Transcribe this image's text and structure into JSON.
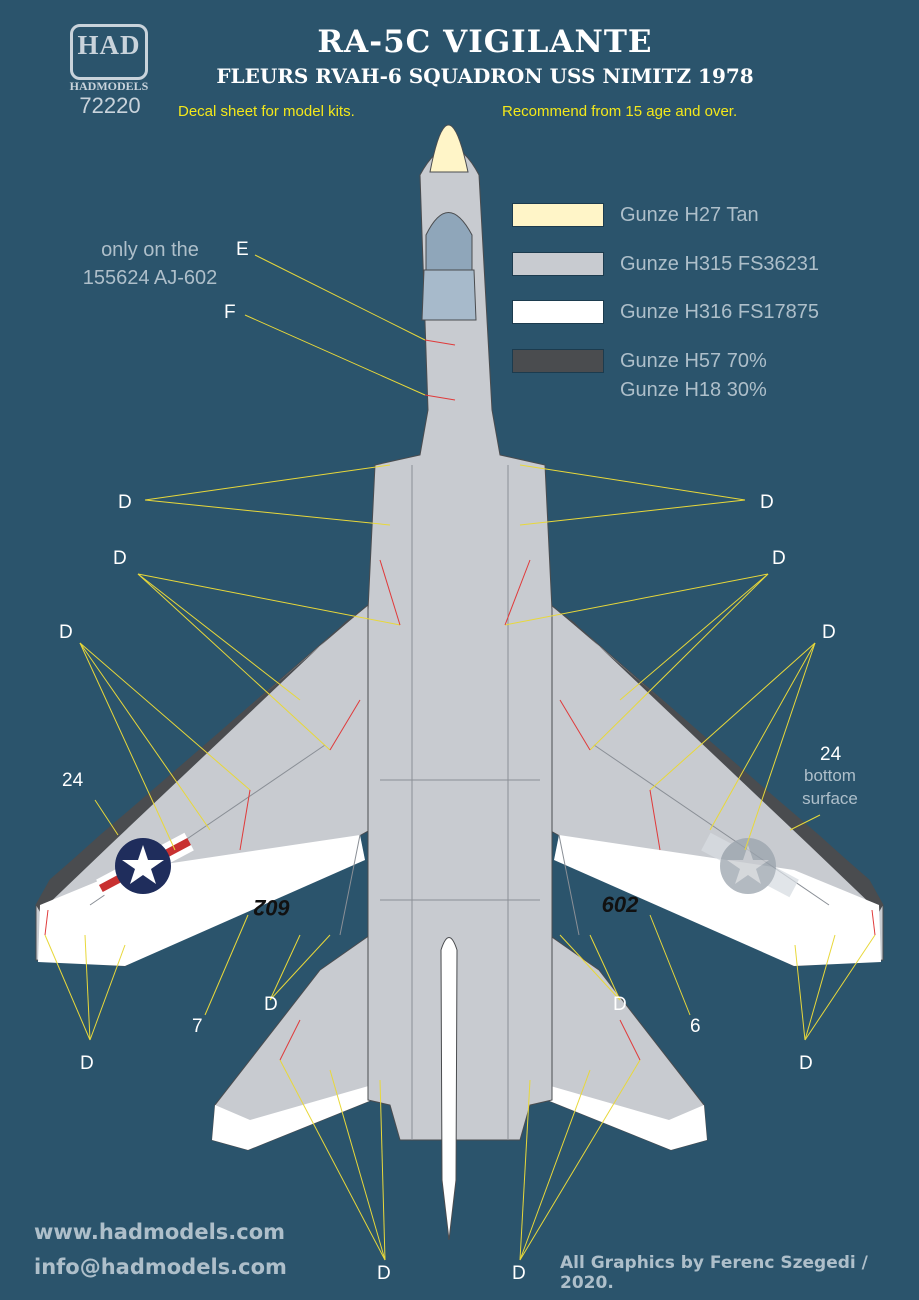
{
  "logo": {
    "mark": "HAD",
    "brand": "HADMODELS",
    "catalog": "72220"
  },
  "title": "RA-5C VIGILANTE",
  "subtitle": "FLEURS RVAH-6 SQUADRON USS NIMITZ 1978",
  "notes": {
    "left": "Decal sheet for model kits.",
    "right": "Recommend from 15 age and over."
  },
  "paints": [
    {
      "label": "Gunze H27 Tan",
      "color": "#fff5c8"
    },
    {
      "label": "Gunze H315 FS36231",
      "color": "#c8cbd0"
    },
    {
      "label": "Gunze H316 FS17875",
      "color": "#ffffff"
    },
    {
      "label": "Gunze H57 70%",
      "label2": "Gunze H18 30%",
      "color": "#4a4c4f"
    }
  ],
  "callouts": {
    "only_note_1": "only on the",
    "only_note_2": "155624 AJ-602",
    "E": "E",
    "F": "F",
    "D": "D",
    "n24": "24",
    "bottom_surface_1": "bottom",
    "bottom_surface_2": "surface",
    "n7": "7",
    "n6": "6"
  },
  "modex": "602",
  "footer": {
    "web": "www.hadmodels.com",
    "email": "info@hadmodels.com",
    "credit": "All Graphics by Ferenc Szegedi / 2020."
  },
  "colors": {
    "background": "#2b546c",
    "aircraft_grey": "#c8cbd0",
    "leading_edge": "#4a4c4f",
    "nose_tan": "#fff5c8",
    "callout_yellow": "#e8d83a",
    "callout_red": "#e03a3a",
    "insignia_blue": "#1f2d5c"
  }
}
